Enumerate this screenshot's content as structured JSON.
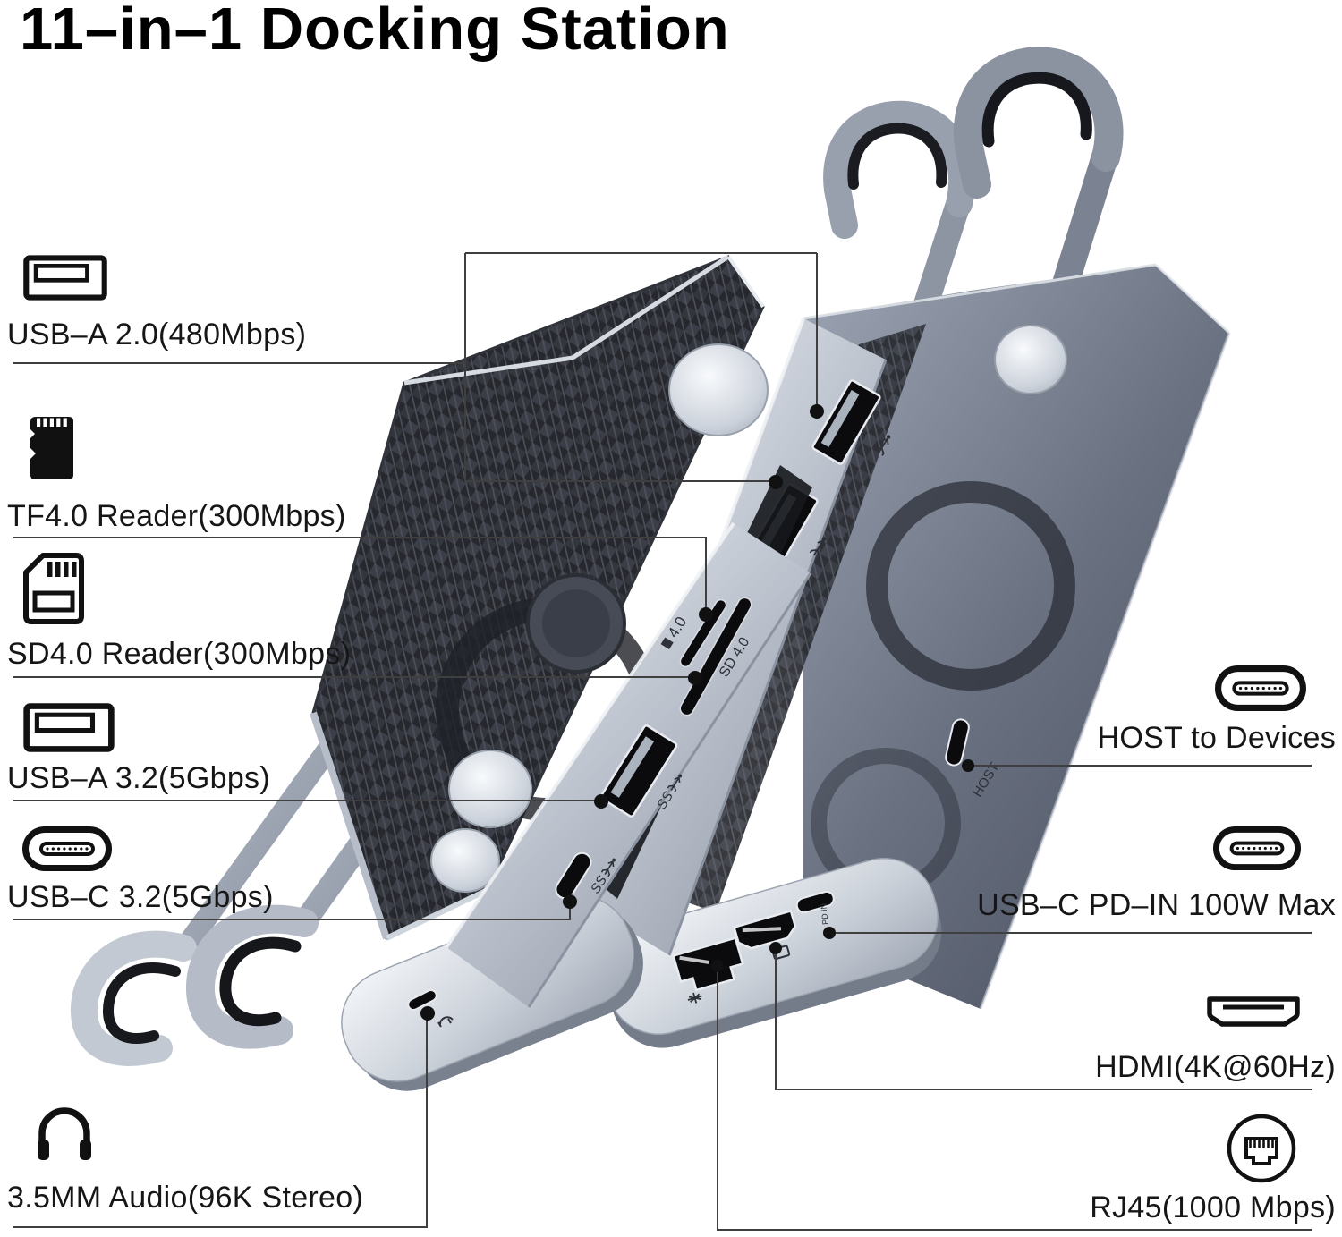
{
  "title": "11–in–1 Docking Station",
  "callouts": {
    "left": [
      {
        "label": "USB–A 2.0(480Mbps)",
        "icon": "usb-a-port-icon"
      },
      {
        "label": "TF4.0 Reader(300Mbps)",
        "icon": "tf-card-icon"
      },
      {
        "label": "SD4.0 Reader(300Mbps)",
        "icon": "sd-card-icon"
      },
      {
        "label": "USB–A 3.2(5Gbps)",
        "icon": "usb-a-port-icon"
      },
      {
        "label": "USB–C 3.2(5Gbps)",
        "icon": "usb-c-port-icon"
      },
      {
        "label": "3.5MM Audio(96K Stereo)",
        "icon": "headphones-icon"
      }
    ],
    "right": [
      {
        "label": "HOST to Devices",
        "icon": "usb-c-port-icon"
      },
      {
        "label": "USB–C PD–IN 100W Max",
        "icon": "usb-c-port-icon"
      },
      {
        "label": "HDMI(4K@60Hz)",
        "icon": "hdmi-port-icon"
      },
      {
        "label": "RJ45(1000 Mbps)",
        "icon": "rj45-port-icon"
      }
    ]
  },
  "product": {
    "engravings": {
      "tf_slot": "4.0",
      "sd_slot": "SD 4.0",
      "superspeed": "SS",
      "host_port": "HOST",
      "pd_port": "PD IN"
    },
    "colors": {
      "text_color": "#161616",
      "line_color": "#3f3f3f",
      "port_black": "#0b0b0d",
      "metal_light": "#ccd2da",
      "metal_mid": "#8a92a0",
      "metal_dark": "#4a505e",
      "carbon_dark": "#26282d"
    }
  }
}
